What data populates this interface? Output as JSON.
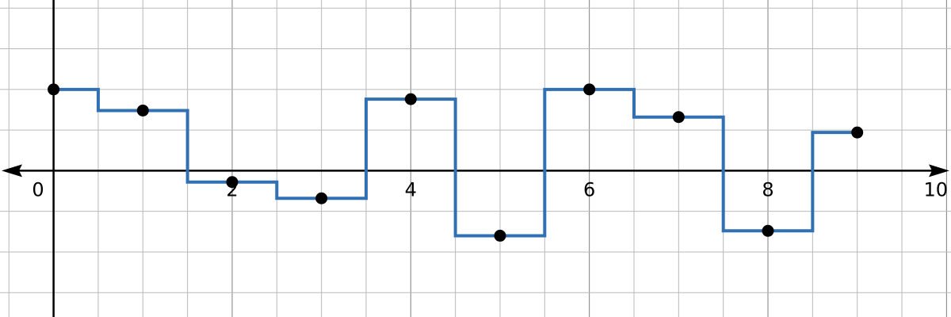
{
  "chart_data": {
    "type": "line",
    "step": "mid",
    "x_ticks": [
      "0",
      "2",
      "4",
      "6",
      "8",
      "10"
    ],
    "xlim": [
      -0.6,
      10.05
    ],
    "ylim": [
      -1.8,
      2.1
    ],
    "grid": true,
    "grid_minor_step": 0.5,
    "grid_major_step": 2,
    "axis_arrows": true,
    "colors": {
      "line": "#3070b3",
      "point": "#000000",
      "axis": "#000000",
      "grid_minor": "#b9b9b9",
      "grid_major": "#808080"
    },
    "series": [
      {
        "x": [
          0,
          1,
          2,
          3,
          4,
          5,
          6,
          7,
          8,
          9
        ],
        "y": [
          1.0,
          0.74,
          -0.14,
          -0.34,
          0.88,
          -0.8,
          1.0,
          0.66,
          -0.74,
          0.47
        ]
      }
    ]
  }
}
